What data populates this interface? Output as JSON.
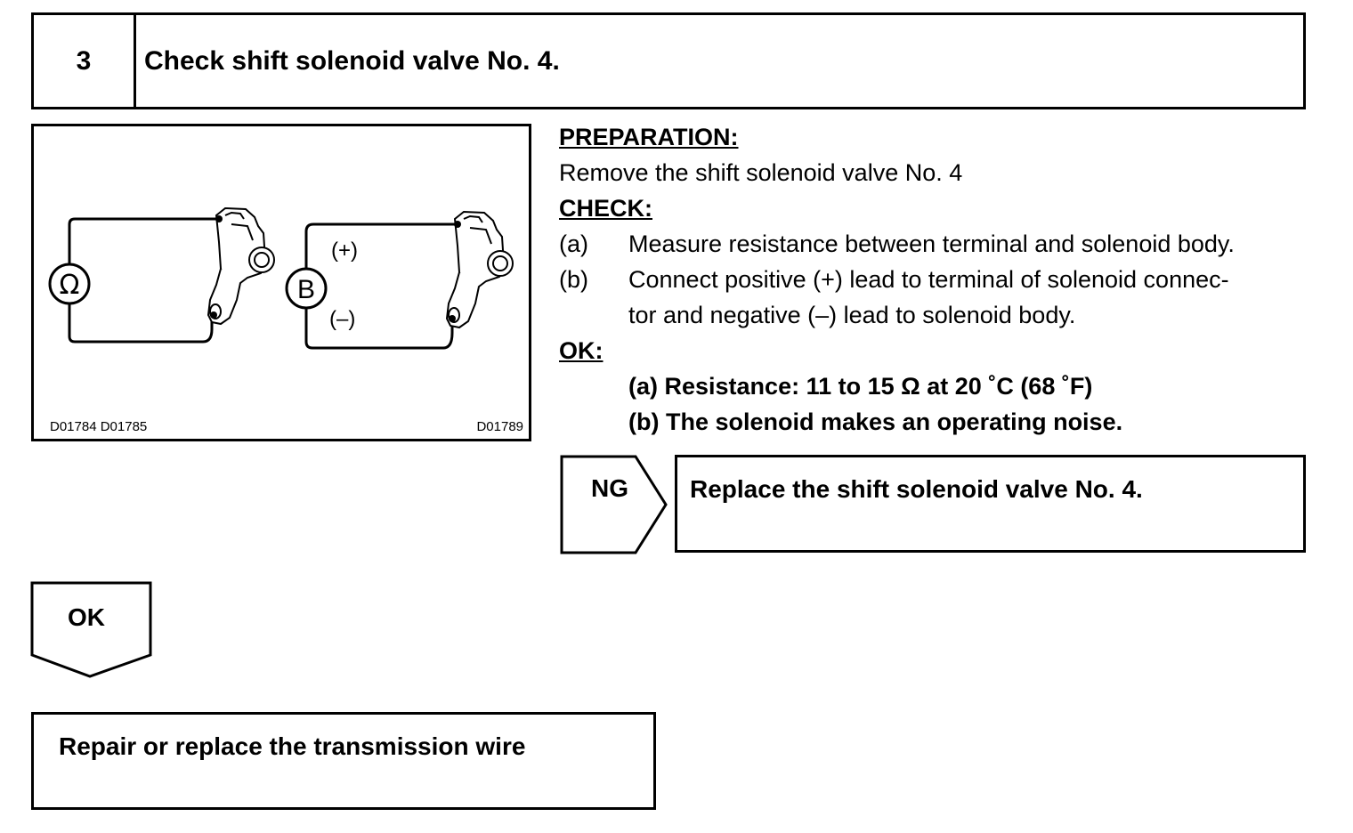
{
  "step": {
    "number": "3",
    "title": "Check shift solenoid valve No. 4."
  },
  "figure": {
    "code_left": "D01784  D01785",
    "code_right": "D01789",
    "ohm_symbol": "Ω",
    "battery_symbol": "B",
    "plus_label": "(+)",
    "minus_label": "(–)"
  },
  "preparation": {
    "heading": "PREPARATION:",
    "text": "Remove the shift solenoid valve No. 4"
  },
  "check": {
    "heading": "CHECK:",
    "items": [
      {
        "marker": "(a)",
        "lines": [
          "Measure resistance between terminal and solenoid body."
        ]
      },
      {
        "marker": "(b)",
        "lines": [
          "Connect positive (+) lead to terminal of solenoid connec-",
          "tor and negative (–) lead to solenoid body."
        ]
      }
    ]
  },
  "ok": {
    "heading": "OK:",
    "items": [
      "(a) Resistance: 11 to 15 Ω at 20 ˚C (68 ˚F)",
      "(b) The solenoid makes an operating noise."
    ]
  },
  "ng_branch": {
    "label": "NG",
    "action": "Replace the shift solenoid valve No. 4."
  },
  "ok_branch": {
    "label": "OK",
    "action": "Repair or replace the transmission wire"
  }
}
